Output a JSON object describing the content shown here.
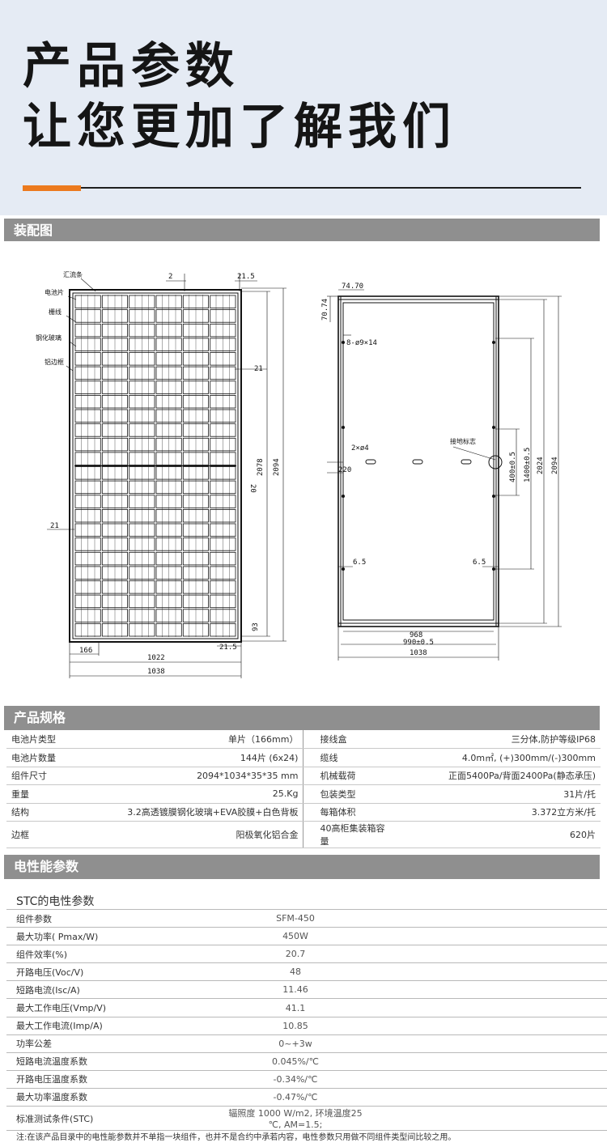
{
  "hero": {
    "line1": "产品参数",
    "line2": "让您更加了解我们",
    "accent_color": "#ec7a1e"
  },
  "assembly": {
    "title": "装配图",
    "labels": {
      "bus_bar": "汇流条",
      "cell": "电池片",
      "grid_line": "栅线",
      "tempered_glass": "钢化玻璃",
      "aluminum_frame": "铝边框",
      "ground_mark": "接地标志"
    },
    "dims": {
      "d2": "2",
      "d21_5a": "21.5",
      "d21a": "21",
      "d20": "20",
      "d2078": "2078",
      "d2094a": "2094",
      "d21b": "21",
      "d93": "93",
      "d166": "166",
      "d21_5b": "21.5",
      "d1022": "1022",
      "d1038a": "1038",
      "d74_70": "74.70",
      "d70_74": "70.74",
      "holes": "8-ø9×14",
      "holes2": "2×ø4",
      "d220": "220",
      "d400": "400±0.5",
      "d1400": "1400±0.5",
      "d2024": "2024",
      "d2094b": "2094",
      "d6_5a": "6.5",
      "d6_5b": "6.5",
      "d968": "968",
      "d990": "990±0.5",
      "d1038b": "1038"
    }
  },
  "spec": {
    "title": "产品规格",
    "rows": [
      {
        "k1": "电池片类型",
        "v1": "单片（166mm）",
        "k2": "接线盒",
        "v2": "三分体,防护等级IP68"
      },
      {
        "k1": "电池片数量",
        "v1": "144片 (6x24)",
        "k2": "缆线",
        "v2": "4.0m㎡, (+)300mm/(-)300mm"
      },
      {
        "k1": "组件尺寸",
        "v1": "2094*1034*35*35 mm",
        "k2": "机械载荷",
        "v2": "正面5400Pa/背面2400Pa(静态承压)"
      },
      {
        "k1": "重量",
        "v1": "25.Kg",
        "k2": "包装类型",
        "v2": "31片/托"
      },
      {
        "k1": "结构",
        "v1": "3.2高透镀膜钢化玻璃+EVA胶膜+白色背板",
        "k2": "每箱体积",
        "v2": "3.372立方米/托"
      },
      {
        "k1": "边框",
        "v1": "阳极氧化铝合金",
        "k2": "40高柜集装箱容量",
        "v2": "620片"
      }
    ]
  },
  "electrical": {
    "title": "电性能参数",
    "stc_title": "STC的电性参数",
    "rows": [
      {
        "k": "组件参数",
        "v": "SFM-450"
      },
      {
        "k": "最大功率( Pmax/W)",
        "v": "450W"
      },
      {
        "k": "组件效率(%)",
        "v": "20.7"
      },
      {
        "k": "开路电压(Voc/V)",
        "v": "48"
      },
      {
        "k": "短路电流(Isc/A)",
        "v": "11.46"
      },
      {
        "k": "最大工作电压(Vmp/V)",
        "v": "41.1"
      },
      {
        "k": "最大工作电流(Imp/A)",
        "v": "10.85"
      },
      {
        "k": "功率公差",
        "v": "0~+3w"
      },
      {
        "k": "短路电流温度系数",
        "v": "0.045%/℃"
      },
      {
        "k": "开路电压温度系数",
        "v": "-0.34%/℃"
      },
      {
        "k": "最大功率温度系数",
        "v": "-0.47%/℃"
      },
      {
        "k": "标准测试条件(STC)",
        "v": "辐照度 1000 W/m2, 环境温度25 ℃, AM=1.5;"
      }
    ],
    "note": "注:在该产品目录中的电性能参数并不单指一块组件，也并不是合约中承若内容，电性参数只用做不同组件类型间比较之用。"
  }
}
